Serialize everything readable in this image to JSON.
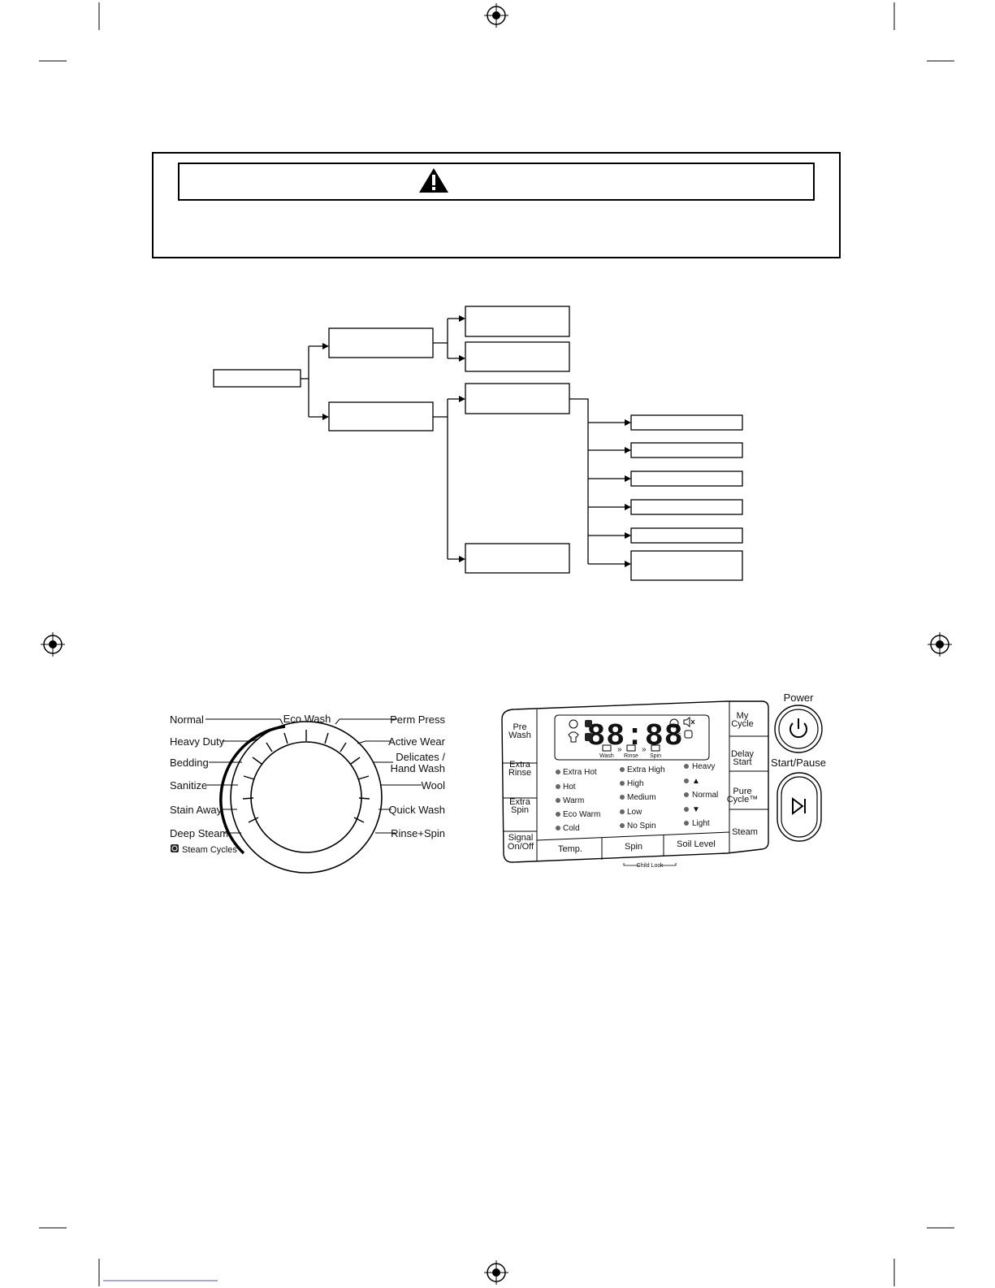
{
  "warning_box": {
    "icon": "warning-triangle-icon",
    "text": ""
  },
  "flowchart": {
    "node_texts": [
      "",
      "",
      "",
      "",
      "",
      "",
      "",
      "",
      "",
      "",
      "",
      "",
      "",
      ""
    ]
  },
  "dial": {
    "left_labels": [
      "Normal",
      "Heavy Duty",
      "Bedding",
      "Sanitize",
      "Stain Away",
      "Deep Steam"
    ],
    "top_label": "Eco Wash",
    "right_labels": [
      "Perm Press",
      "Active Wear",
      "Delicates /",
      "Hand Wash",
      "Wool",
      "Quick Wash",
      "Rinse+Spin"
    ],
    "legend": "Steam Cycles"
  },
  "panel": {
    "left_buttons": [
      {
        "line1": "Pre",
        "line2": "Wash"
      },
      {
        "line1": "Extra",
        "line2": "Rinse"
      },
      {
        "line1": "Extra",
        "line2": "Spin"
      },
      {
        "line1": "Signal",
        "line2": "On/Off"
      }
    ],
    "right_buttons": [
      {
        "line1": "My",
        "line2": "Cycle"
      },
      {
        "line1": "Delay",
        "line2": "Start"
      },
      {
        "line1": "Pure",
        "line2": "Cycle™"
      },
      {
        "line1": "Steam",
        "line2": ""
      }
    ],
    "display": {
      "digits": "88:88",
      "phases": [
        "Wash",
        "Rinse",
        "Spin"
      ]
    },
    "temp_options": [
      "Extra Hot",
      "Hot",
      "Warm",
      "Eco Warm",
      "Cold"
    ],
    "spin_options": [
      "Extra High",
      "High",
      "Medium",
      "Low",
      "No Spin"
    ],
    "soil_options": [
      "Heavy",
      "▲",
      "Normal",
      "▼",
      "Light"
    ],
    "bottom_buttons": [
      "Temp.",
      "Spin",
      "Soil Level"
    ],
    "child_lock": "Child Lock"
  },
  "side_buttons": {
    "power_label": "Power",
    "start_label": "Start/Pause"
  }
}
